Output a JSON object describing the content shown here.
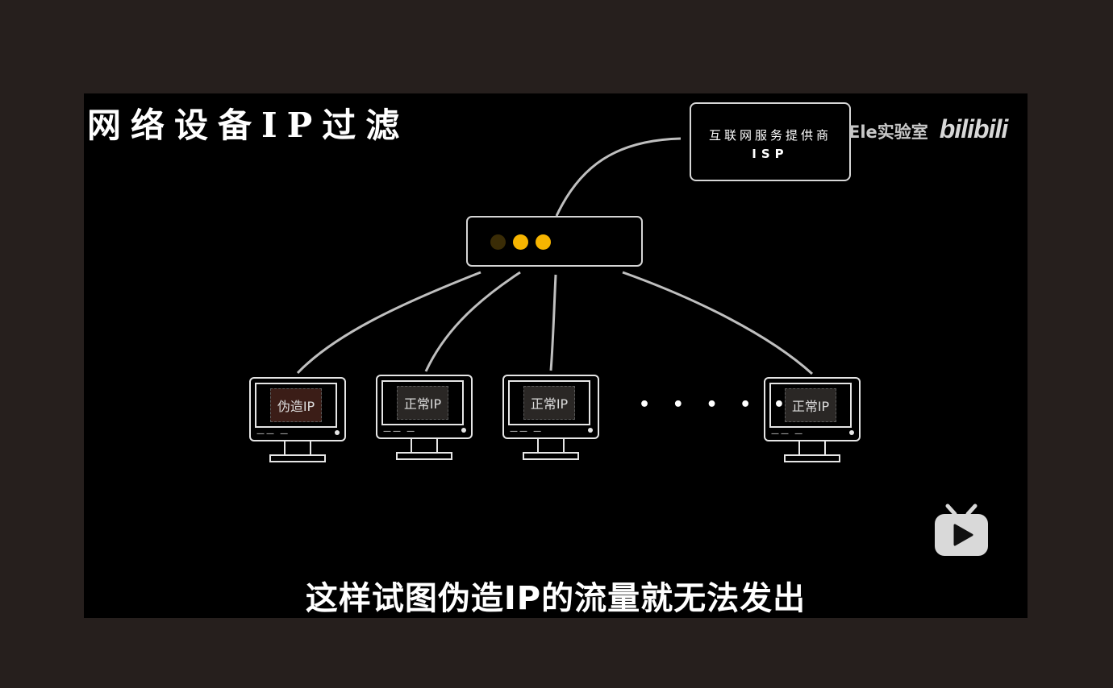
{
  "title": "网络设备IP过滤",
  "isp": {
    "line1": "互联网服务提供商",
    "line2": "ISP"
  },
  "watermark": {
    "text": "Ele实验室",
    "brand": "bilibili"
  },
  "router": {
    "led_colors": [
      "#3a2c06",
      "#f7b500",
      "#f7b500"
    ]
  },
  "monitors": [
    {
      "label": "伪造IP",
      "tint": "#3b1d17"
    },
    {
      "label": "正常IP",
      "tint": "#2a2725"
    },
    {
      "label": "正常IP",
      "tint": "#2a2725"
    },
    {
      "label": "正常IP",
      "tint": "#2a2725"
    }
  ],
  "ellipsis": "• • • • • •",
  "subtitle": "这样试图伪造IP的流量就无法发出",
  "icons": {
    "play": "bilibili-tv-play-icon"
  }
}
